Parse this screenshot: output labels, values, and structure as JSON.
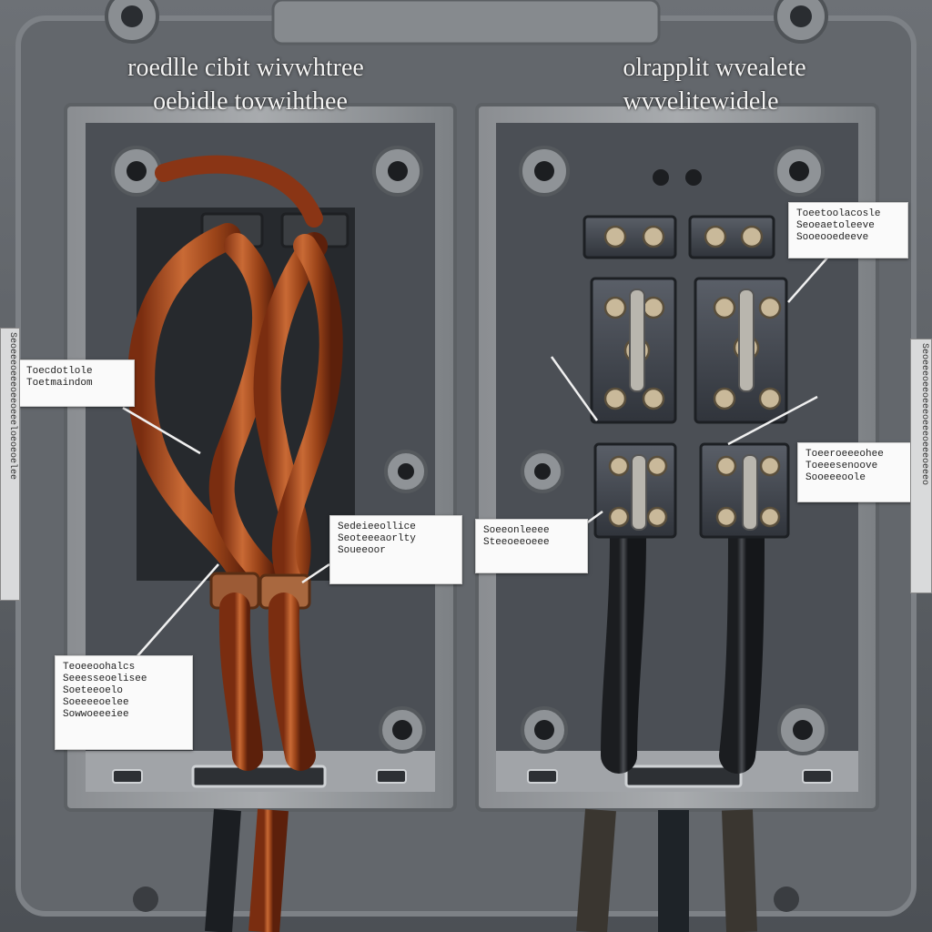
{
  "left_panel": {
    "heading_line1": "roedlle cibit wivwhtree",
    "heading_line2": "oebidle tovwihthee"
  },
  "right_panel": {
    "heading_line1": "olrapplit wvealete",
    "heading_line2": "wvvelitewidele"
  },
  "callouts": {
    "left_upper": [
      "Toecdotlole",
      "Toetmaindom"
    ],
    "left_middle": [
      "Sedeieeollice",
      "Seoteeeaorlty",
      "Soueeoor"
    ],
    "left_lower": [
      "Teoeeoohalcs",
      "Seeesseoelisee",
      "Soeteeoelo",
      "Soeeeeoelee",
      "Sowwoeeeiee"
    ],
    "right_center": [
      "Soeeonleeee",
      "Steeoeeoeee"
    ],
    "right_top": [
      "Toeetoolacosle",
      "Seoeaetoleeve",
      "Sooeooedeeve"
    ],
    "right_middle": [
      "Toeeroeeeohee",
      "Toeeesenoove",
      "Sooeeeoole"
    ]
  },
  "side_strips": {
    "left": "Seoeeeoeeeoeeoeeeloeoeoelee",
    "right": "Seoeeeoeeoeeeoeeeoeeeoeeeo"
  }
}
